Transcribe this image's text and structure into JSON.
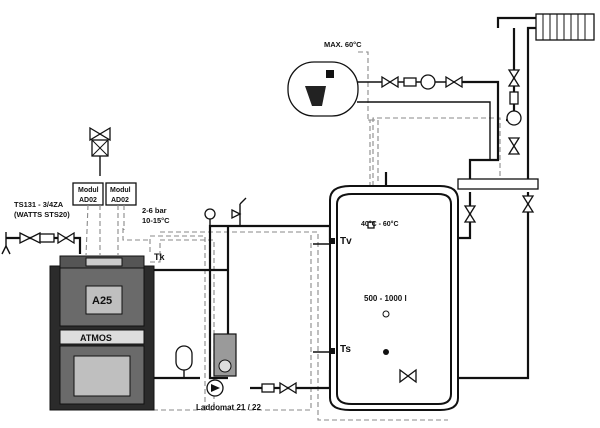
{
  "labels": {
    "max_temp": "MAX. 60°C",
    "tank_temp": "40°C - 60°C",
    "tank_volume": "500 - 1000 l",
    "sensor_tv": "Tv",
    "sensor_ts": "Ts",
    "sensor_tk": "Tk",
    "module_a_line1": "Modul",
    "module_a_line2": "AD02",
    "module_b_line1": "Modul",
    "module_b_line2": "AD02",
    "valve_line1": "TS131 - 3/4ZA",
    "valve_line2": "(WATTS STS20)",
    "pressure_line1": "2-6 bar",
    "pressure_line2": "10-15°C",
    "boiler_model": "A25",
    "boiler_brand": "ATMOS",
    "laddomat": "Laddomat 21 / 22"
  },
  "icons": [
    "valve-icon",
    "pump-icon",
    "radiator-icon",
    "expansion-vessel-icon",
    "safety-valve-icon",
    "thermometer-icon",
    "filter-icon",
    "boiler-icon",
    "water-heater-icon",
    "drain-icon"
  ]
}
